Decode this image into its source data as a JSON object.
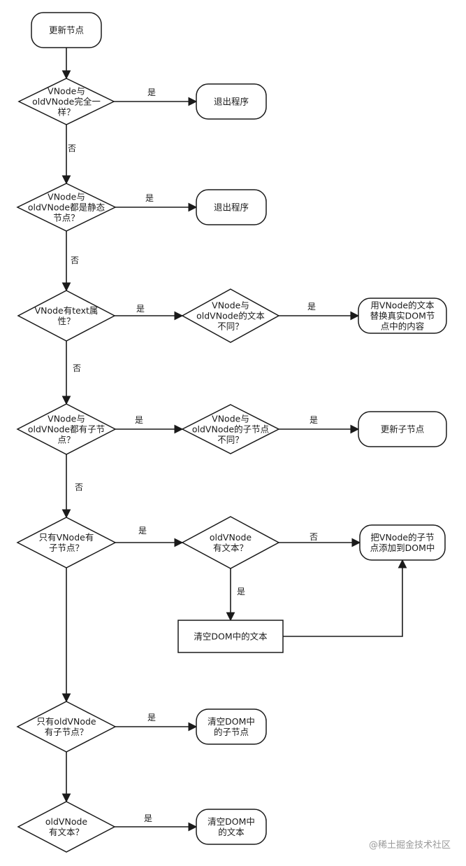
{
  "nodes": {
    "start": {
      "lines": [
        "更新节点"
      ],
      "shape": "rounded"
    },
    "d1": {
      "lines": [
        "VNode与",
        "oldVNode完全一",
        "样？"
      ],
      "shape": "diamond"
    },
    "exit1": {
      "lines": [
        "退出程序"
      ],
      "shape": "rounded"
    },
    "d2": {
      "lines": [
        "VNode与",
        "oldVNode都是静态",
        "节点？"
      ],
      "shape": "diamond"
    },
    "exit2": {
      "lines": [
        "退出程序"
      ],
      "shape": "rounded"
    },
    "d3": {
      "lines": [
        "VNode有text属",
        "性？"
      ],
      "shape": "diamond"
    },
    "d3b": {
      "lines": [
        "VNode与",
        "oldVNode的文本",
        "不同？"
      ],
      "shape": "diamond"
    },
    "r3": {
      "lines": [
        "用VNode的文本",
        "替换真实DOM节",
        "点中的内容"
      ],
      "shape": "rounded"
    },
    "d4": {
      "lines": [
        "VNode与",
        "oldVNode都有子节",
        "点？"
      ],
      "shape": "diamond"
    },
    "d4b": {
      "lines": [
        "VNode与",
        "oldVNode的子节点",
        "不同？"
      ],
      "shape": "diamond"
    },
    "r4": {
      "lines": [
        "更新子节点"
      ],
      "shape": "rounded"
    },
    "d5": {
      "lines": [
        "只有VNode有",
        "子节点？"
      ],
      "shape": "diamond"
    },
    "d5b": {
      "lines": [
        "oldVNode",
        "有文本？"
      ],
      "shape": "diamond"
    },
    "r5": {
      "lines": [
        "把VNode的子节",
        "点添加到DOM中"
      ],
      "shape": "rounded"
    },
    "clear5": {
      "lines": [
        "清空DOM中的文本"
      ],
      "shape": "rect"
    },
    "d6": {
      "lines": [
        "只有oldVNode",
        "有子节点？"
      ],
      "shape": "diamond"
    },
    "r6": {
      "lines": [
        "清空DOM中",
        "的子节点"
      ],
      "shape": "rounded"
    },
    "d7": {
      "lines": [
        "oldVNode",
        "有文本？"
      ],
      "shape": "diamond"
    },
    "r7": {
      "lines": [
        "清空DOM中",
        "的文本"
      ],
      "shape": "rounded"
    }
  },
  "edges": [
    {
      "from": "start",
      "to": "d1",
      "label": ""
    },
    {
      "from": "d1",
      "to": "exit1",
      "label": "是"
    },
    {
      "from": "d1",
      "to": "d2",
      "label": "否"
    },
    {
      "from": "d2",
      "to": "exit2",
      "label": "是"
    },
    {
      "from": "d2",
      "to": "d3",
      "label": "否"
    },
    {
      "from": "d3",
      "to": "d3b",
      "label": "是"
    },
    {
      "from": "d3b",
      "to": "r3",
      "label": "是"
    },
    {
      "from": "d3",
      "to": "d4",
      "label": "否"
    },
    {
      "from": "d4",
      "to": "d4b",
      "label": "是"
    },
    {
      "from": "d4b",
      "to": "r4",
      "label": "是"
    },
    {
      "from": "d4",
      "to": "d5",
      "label": "否"
    },
    {
      "from": "d5",
      "to": "d5b",
      "label": "是"
    },
    {
      "from": "d5b",
      "to": "r5",
      "label": "否"
    },
    {
      "from": "d5b",
      "to": "clear5",
      "label": "是"
    },
    {
      "from": "clear5",
      "to": "r5",
      "label": ""
    },
    {
      "from": "d5",
      "to": "d6",
      "label": ""
    },
    {
      "from": "d6",
      "to": "r6",
      "label": "是"
    },
    {
      "from": "d6",
      "to": "d7",
      "label": ""
    },
    {
      "from": "d7",
      "to": "r7",
      "label": "是"
    }
  ],
  "watermark": "@稀土掘金技术社区"
}
